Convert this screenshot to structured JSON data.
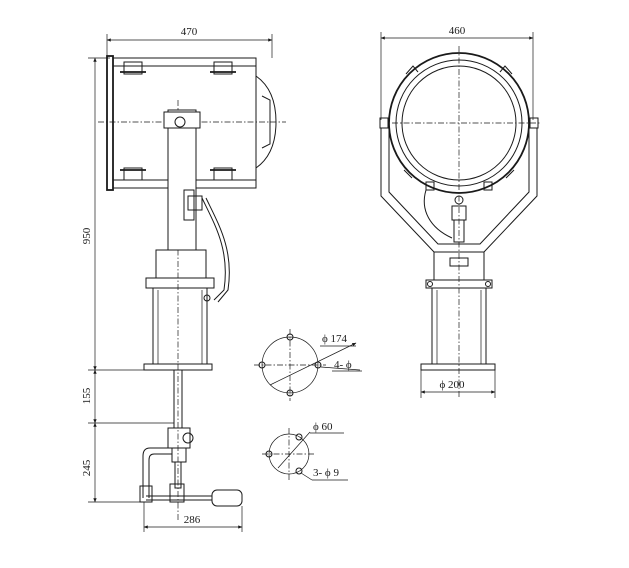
{
  "dimensions": {
    "side_width": "470",
    "front_width": "460",
    "height_main": "950",
    "height_mid": "155",
    "height_low": "245",
    "handle_reach": "286",
    "bolt_circle_large": "ϕ 174",
    "holes_large": "4- ϕ",
    "bolt_circle_small": "ϕ 60",
    "holes_small": "3- ϕ 9",
    "base_diameter": "ϕ 200"
  }
}
